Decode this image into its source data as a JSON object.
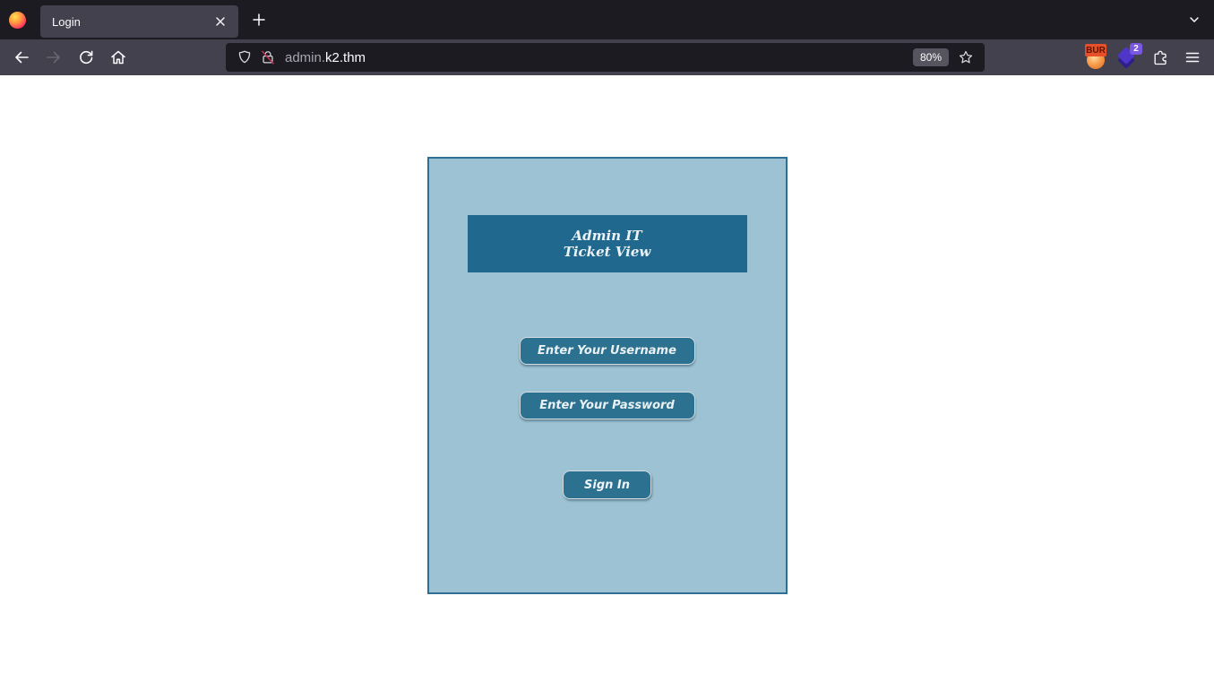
{
  "browser": {
    "tab_title": "Login",
    "url_subdomain": "admin.",
    "url_domain": "k2.thm",
    "zoom_level": "80%",
    "foxyproxy_label": "BUR",
    "extension_badge_count": "2"
  },
  "login": {
    "title": "Admin IT Ticket View",
    "username_placeholder": "Enter Your Username",
    "password_placeholder": "Enter Your Password",
    "sign_in": "Sign In"
  },
  "colors": {
    "header_teal": "#20688e",
    "card_background": "#9cc2d3",
    "input_teal": "#2d7191",
    "card_border": "#2f6f92",
    "insecure_strike_red": "#c43351",
    "toolbar_dark": "#42414d",
    "tabbar_dark": "#1c1b22"
  }
}
